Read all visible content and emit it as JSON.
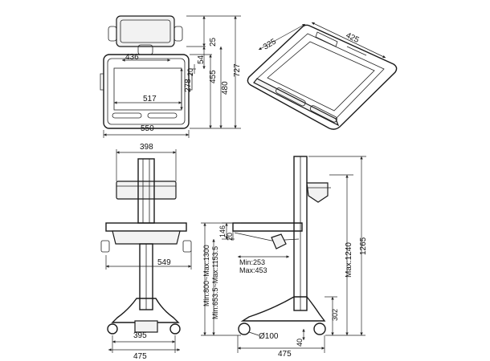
{
  "views": {
    "top_left": {
      "dims": {
        "w_436": "436",
        "w_517": "517",
        "w_550": "550",
        "h_278": "278",
        "h_25": "25",
        "h_54": "54",
        "h_20": "20",
        "h_455": "455",
        "h_480": "480",
        "h_727": "727"
      }
    },
    "top_right": {
      "dims": {
        "d_325": "325",
        "d_425": "425"
      }
    },
    "front": {
      "dims": {
        "w_398": "398",
        "w_549": "549",
        "w_395": "395",
        "w_475": "475"
      }
    },
    "side": {
      "dims": {
        "h_146": "146",
        "h_20": "20",
        "height_range_a": "Min:800~Max:1300",
        "height_range_b": "Min:653.5~Max:1153.5",
        "tray_min": "Min:253",
        "tray_max": "Max:453",
        "wheel": "Ø100",
        "base_475": "475",
        "h_40": "40",
        "h_302": "302",
        "max_1240": "Max:1240",
        "h_1265": "1265"
      }
    }
  }
}
